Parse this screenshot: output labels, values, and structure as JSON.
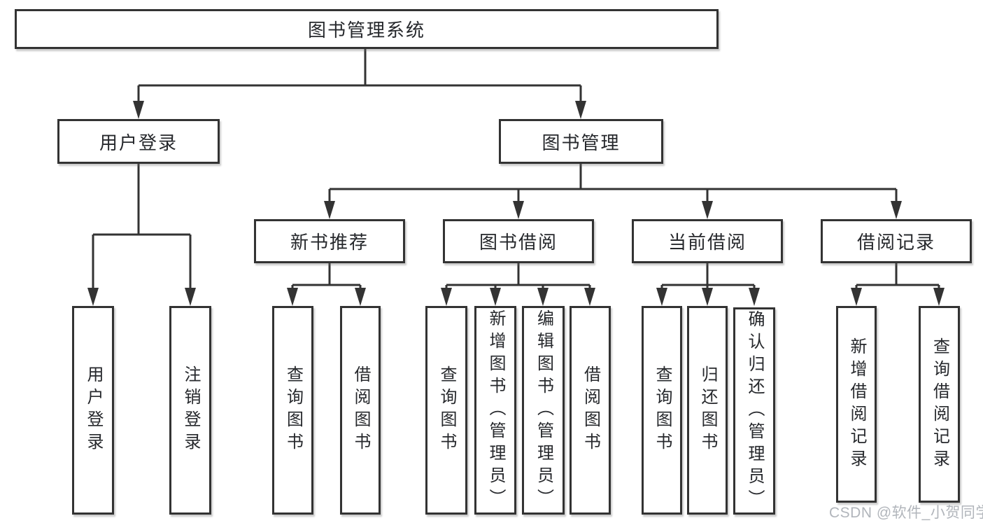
{
  "tree": {
    "root": "图书管理系统",
    "children": [
      {
        "label": "用户登录",
        "children": [
          "用户登录",
          "注销登录"
        ]
      },
      {
        "label": "图书管理",
        "children": [
          {
            "label": "新书推荐",
            "children": [
              "查询图书",
              "借阅图书"
            ]
          },
          {
            "label": "图书借阅",
            "children": [
              "查询图书",
              "新增图书（管理员）",
              "编辑图书（管理员）",
              "借阅图书"
            ]
          },
          {
            "label": "当前借阅",
            "children": [
              "查询图书",
              "归还图书",
              "确认归还（管理员）"
            ]
          },
          {
            "label": "借阅记录",
            "children": [
              "新增借阅记录",
              "查询借阅记录"
            ]
          }
        ]
      }
    ]
  },
  "watermark": "CSDN @软件_小贺同学",
  "colors": {
    "line": "#333333",
    "text": "#26282c",
    "watermark": "#a9aeb4",
    "background": "#ffffff"
  }
}
